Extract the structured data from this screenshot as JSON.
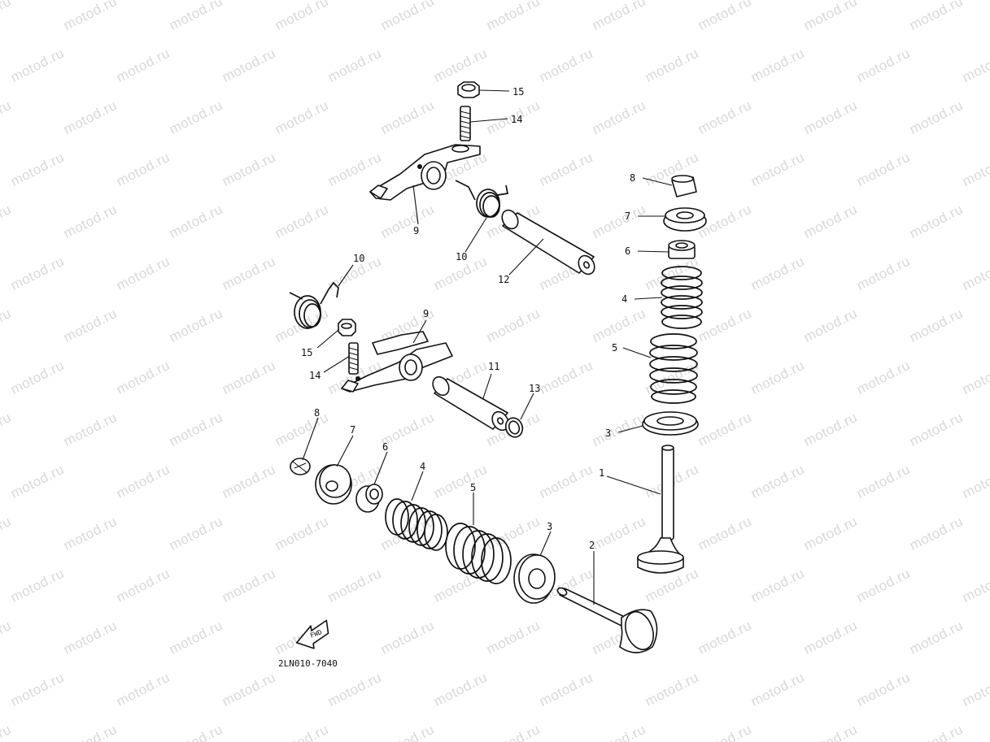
{
  "watermark": "motod.ru",
  "diagram_code": "2LN010-7040",
  "fwd_label": "FWD",
  "callouts": {
    "c1": "1",
    "c2": "2",
    "c3a": "3",
    "c3b": "3",
    "c4a": "4",
    "c4b": "4",
    "c5a": "5",
    "c5b": "5",
    "c6a": "6",
    "c6b": "6",
    "c7a": "7",
    "c7b": "7",
    "c8a": "8",
    "c8b": "8",
    "c9a": "9",
    "c9b": "9",
    "c10a": "10",
    "c10b": "10",
    "c11": "11",
    "c12": "12",
    "c13": "13",
    "c14a": "14",
    "c14b": "14",
    "c15a": "15",
    "c15b": "15"
  },
  "colors": {
    "ink": "#111111",
    "watermark": "#d8d8d8",
    "background": "#ffffff"
  }
}
